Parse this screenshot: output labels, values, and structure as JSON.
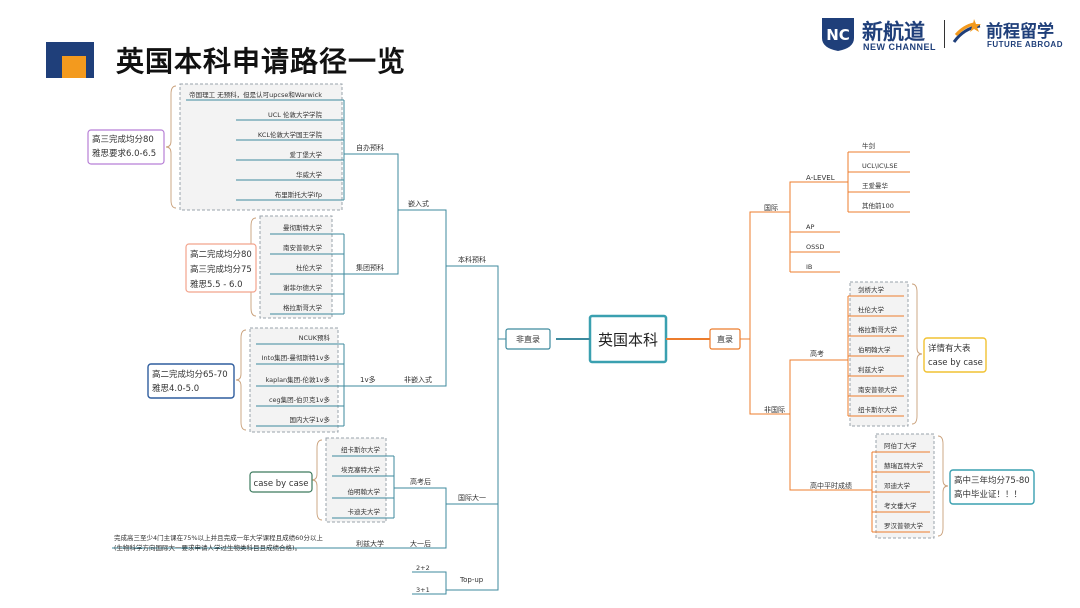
{
  "header": {
    "title": "英国本科申请路径一览",
    "logo_primary_cn": "新航道",
    "logo_primary_en": "NEW CHANNEL",
    "logo_secondary_cn": "前程留学",
    "logo_secondary_en": "FUTURE ABROAD",
    "shield_text": "NC"
  },
  "colors": {
    "teal": "#3d8a9e",
    "orange": "#ec7c2c",
    "navy": "#1f3f7a",
    "accent_orange": "#f39a1e",
    "purple": "#b77fd6",
    "salmon": "#f2a38c",
    "blue": "#2f5d9e",
    "yellow": "#f1c232",
    "cyan": "#3aa0b0"
  },
  "diagram": {
    "center": "英国本科",
    "left_branch": "非直录",
    "right_branch": "直录",
    "left": {
      "foundation": "本科预科",
      "embedded": "嵌入式",
      "self_run": "自办预科",
      "self_run_unis": [
        "帝国理工 无预科，但是认可upcse和Warwick",
        "UCL 伦敦大学学院",
        "KCL伦敦大学国王学院",
        "爱丁堡大学",
        "华威大学",
        "布里斯托大学ifp"
      ],
      "self_run_note": [
        "高三完成均分80",
        "雅思要求6.0-6.5"
      ],
      "group": "集团预科",
      "group_unis": [
        "曼彻斯特大学",
        "南安普顿大学",
        "杜伦大学",
        "谢菲尔德大学",
        "格拉斯哥大学"
      ],
      "group_note": [
        "高二完成均分80",
        "高三完成均分75",
        "雅思5.5 - 6.0"
      ],
      "non_embedded": "非嵌入式",
      "one_v_many": "1v多",
      "non_embedded_unis": [
        "NCUK预科",
        "Into集团-曼彻斯特1v多",
        "kaplan集团-伦敦1v多",
        "ceg集团-伯贝克1v多",
        "国内大学1v多"
      ],
      "non_embedded_note": [
        "高二完成均分65-70",
        "雅思4.0-5.0"
      ],
      "intl_year1": "国际大一",
      "after_gaokao": "高考后",
      "gaokao_unis": [
        "纽卡斯尔大学",
        "埃克塞特大学",
        "伯明翰大学",
        "卡迪夫大学"
      ],
      "gaokao_note": "case by case",
      "after_year1": "大一后",
      "liverpool": "利兹大学",
      "year1_note": [
        "完成高三至少4门主课在75%以上并且完成一年大学课程且成绩60分以上",
        "(生物科学方向国际大一要求申请人学过生物类科目且成绩合格)。"
      ],
      "topup": "Top-up",
      "topup_options": [
        "2+2",
        "3+1"
      ]
    },
    "right": {
      "intl": "国际",
      "alevel": "A-LEVEL",
      "alevel_unis": [
        "牛剑",
        "UCL\\IC\\LSE",
        "王爱曼华",
        "其他前100"
      ],
      "other_curricula": [
        "AP",
        "OSSD",
        "IB"
      ],
      "non_intl": "非国际",
      "gaokao": "高考",
      "gaokao_unis": [
        "剑桥大学",
        "杜伦大学",
        "格拉斯哥大学",
        "伯明翰大学",
        "利兹大学",
        "南安普顿大学",
        "纽卡斯尔大学"
      ],
      "gaokao_note": [
        "详情有大表",
        "case by case"
      ],
      "hs_grades": "高中平时成绩",
      "hs_unis": [
        "阿伯丁大学",
        "赫瑞瓦特大学",
        "邓迪大学",
        "考文垂大学",
        "罗汉普顿大学"
      ],
      "hs_note": [
        "高中三年均分75-80",
        "高中毕业证！！！"
      ]
    }
  }
}
